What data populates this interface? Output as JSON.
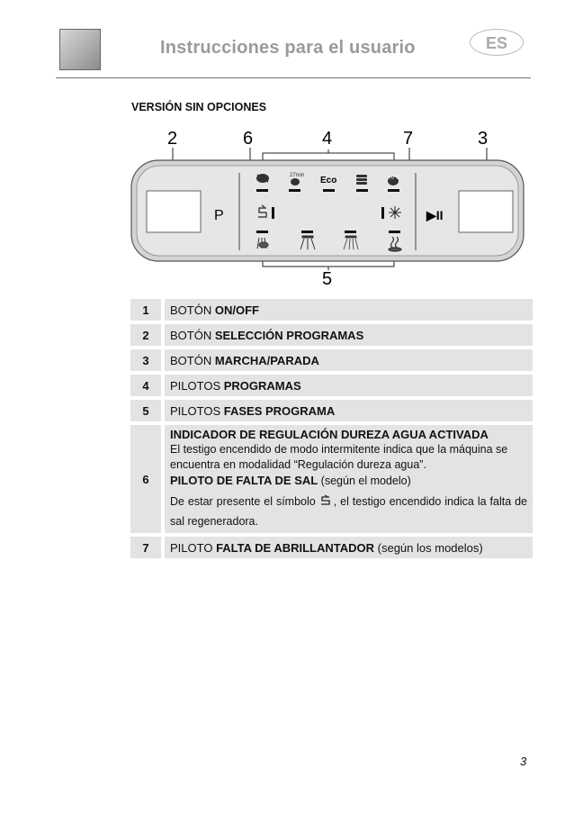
{
  "header": {
    "title": "Instrucciones para el usuario",
    "lang_badge": "ES"
  },
  "section_title": "VERSIÓN SIN OPCIONES",
  "panel": {
    "callouts": [
      "2",
      "6",
      "4",
      "7",
      "3",
      "5"
    ],
    "left_button_label": "P",
    "eco_label": "Eco",
    "time_label": "27min",
    "temp_label": "70°C",
    "play_pause_symbol": "▶II"
  },
  "table": {
    "rows": [
      {
        "num": "1",
        "prefix": "BOTÓN ",
        "bold": "ON/OFF",
        "suffix": ""
      },
      {
        "num": "2",
        "prefix": "BOTÓN ",
        "bold": "SELECCIÓN PROGRAMAS",
        "suffix": ""
      },
      {
        "num": "3",
        "prefix": "BOTÓN ",
        "bold": "MARCHA/PARADA",
        "suffix": ""
      },
      {
        "num": "4",
        "prefix": "PILOTOS ",
        "bold": "PROGRAMAS",
        "suffix": ""
      },
      {
        "num": "5",
        "prefix": "PILOTOS ",
        "bold": "FASES PROGRAMA",
        "suffix": ""
      }
    ],
    "row6": {
      "num": "6",
      "heading": "INDICADOR DE REGULACIÓN DUREZA AGUA ACTIVADA",
      "text1": "El testigo encendido de modo intermitente indica que la máquina se encuentra en modalidad “Regulación dureza agua”.",
      "heading2": "PILOTO DE FALTA DE SAL",
      "heading2_suffix": " (según el modelo)",
      "text2_before": "De estar presente el símbolo ",
      "text2_after": ", el testigo encendido indica la falta de sal regeneradora."
    },
    "row7": {
      "num": "7",
      "prefix": "PILOTO ",
      "bold": "FALTA DE ABRILLANTADOR",
      "suffix": " (según los modelos)"
    }
  },
  "page_number": "3"
}
